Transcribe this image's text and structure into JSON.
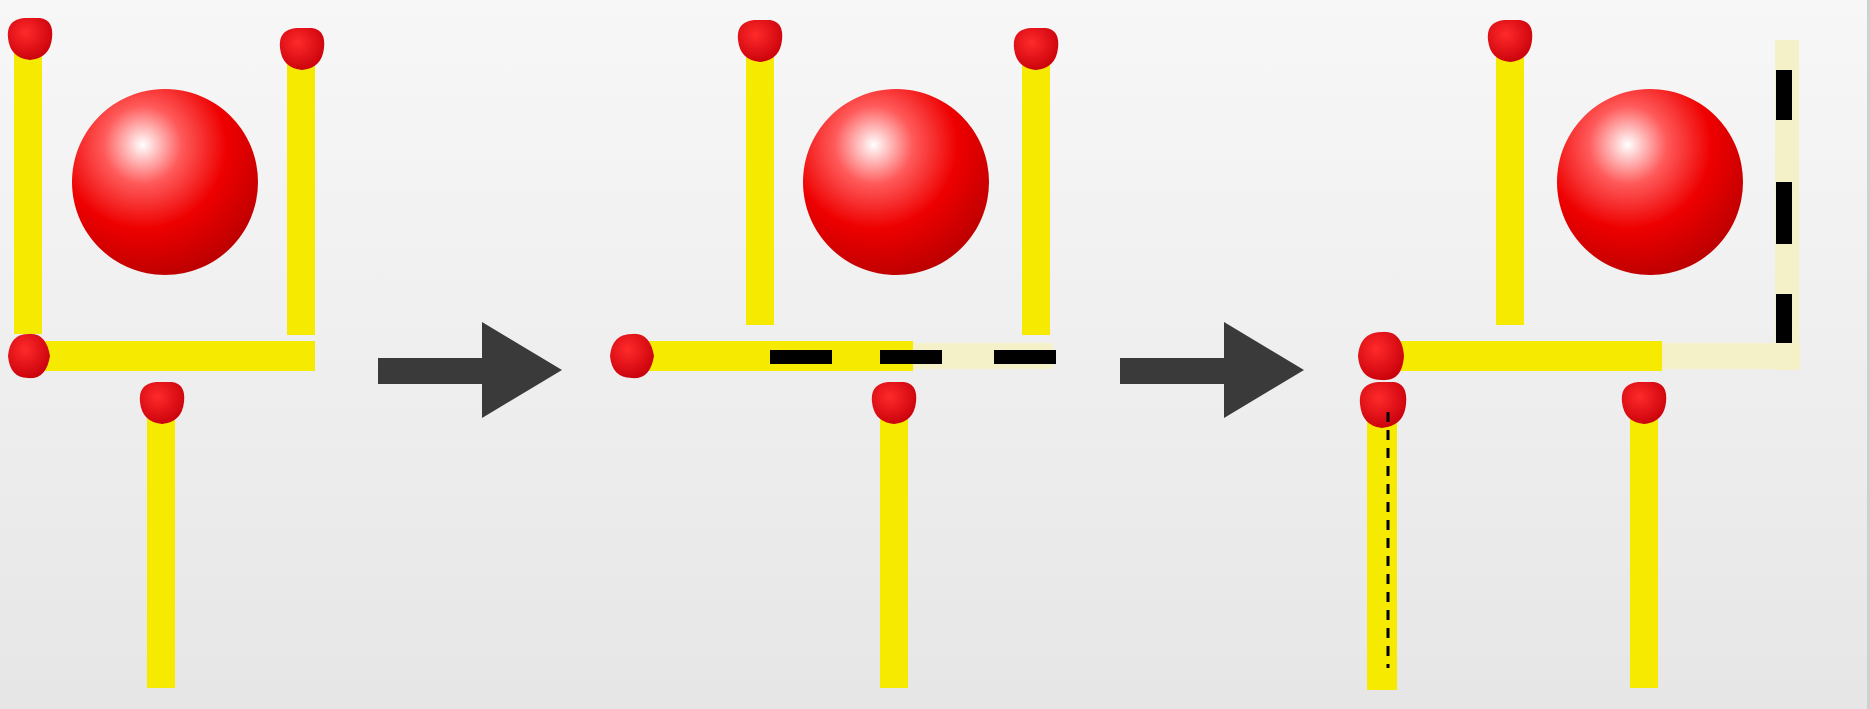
{
  "diagram": {
    "type": "matchstick-puzzle",
    "panels": [
      {
        "name": "initial-figure",
        "matchsticks": 4,
        "ball": 1,
        "moved_matchsticks": 0
      },
      {
        "name": "step-1-figure",
        "matchsticks": 4,
        "ball": 1,
        "moved_matchsticks": 1
      },
      {
        "name": "step-2-figure",
        "matchsticks": 4,
        "ball": 1,
        "moved_matchsticks": 2
      }
    ],
    "arrows": 2
  },
  "colors": {
    "background": "#efefef",
    "matchstick_body": "#f5ea00",
    "matchstick_head": "#e0000a",
    "ball": "#ee0000",
    "arrow": "#3a3a3a",
    "ghost_stick": "#f4f0c8",
    "dash_marker": "#000000"
  }
}
